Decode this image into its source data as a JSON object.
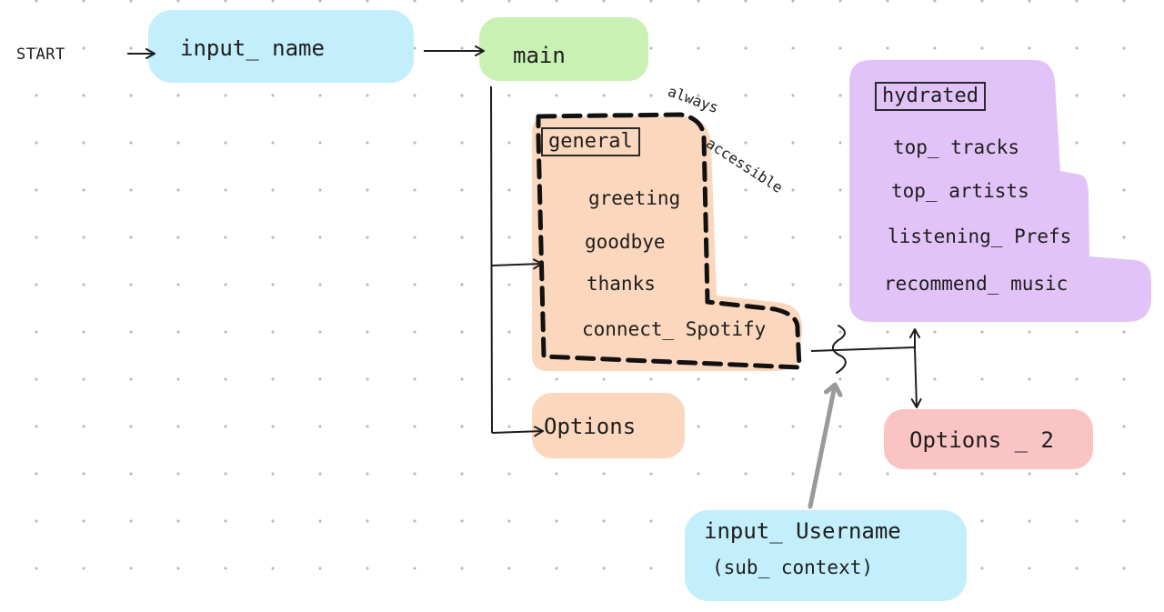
{
  "colors": {
    "blue": "#c3eefb",
    "green": "#c8f1b3",
    "orange": "#fbd7bd",
    "purple": "#e2c3f8",
    "pink": "#f9c4c3",
    "ink": "#1d1d1d",
    "gray_arrow": "#9a9a9a"
  },
  "nodes": {
    "start": "START",
    "input_name": "input_ name",
    "main": "main",
    "general": {
      "title": "general",
      "items": [
        "greeting",
        "goodbye",
        "thanks",
        "connect_ Spotify"
      ]
    },
    "options": "Options",
    "hydrated": {
      "title": "hydrated",
      "items": [
        "top_ tracks",
        "top_ artists",
        "listening_ Prefs",
        "recommend_ music"
      ]
    },
    "options_2": "Options _ 2",
    "input_username": {
      "line1": "input_ Username",
      "line2": "(sub_ context)"
    }
  },
  "annotations": {
    "always": "always",
    "accessible": "accessible"
  }
}
